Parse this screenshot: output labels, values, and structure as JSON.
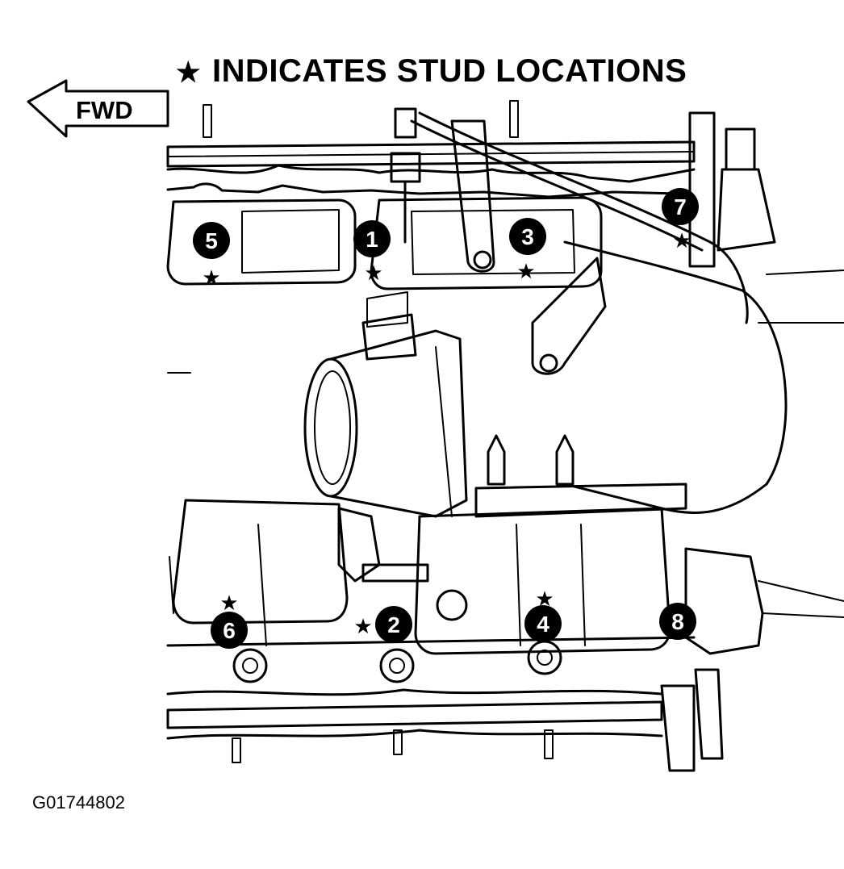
{
  "title": {
    "star": "★",
    "text": "INDICATES STUD LOCATIONS"
  },
  "direction_label": "FWD",
  "figure_id": "G01744802",
  "callouts": [
    {
      "number": "1",
      "stud": true
    },
    {
      "number": "2",
      "stud": true
    },
    {
      "number": "3",
      "stud": true
    },
    {
      "number": "4",
      "stud": true
    },
    {
      "number": "5",
      "stud": true
    },
    {
      "number": "6",
      "stud": true
    },
    {
      "number": "7",
      "stud": true
    },
    {
      "number": "8",
      "stud": false
    }
  ],
  "colors": {
    "ink": "#000000",
    "paper": "#ffffff"
  },
  "icons": {
    "stud_marker": "star-icon",
    "direction": "arrow-left-icon"
  }
}
